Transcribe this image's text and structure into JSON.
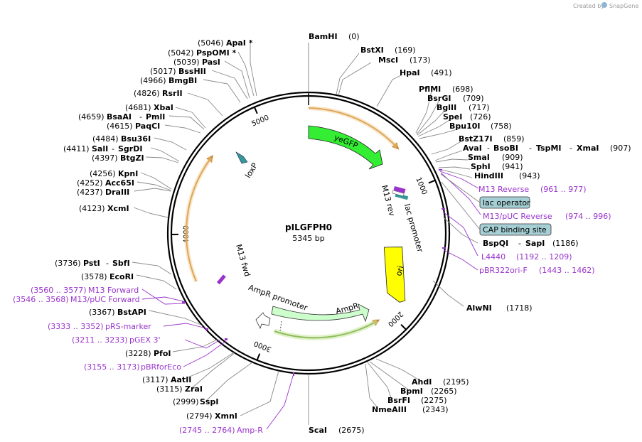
{
  "credit": {
    "prefix": "Created by",
    "brand": "SnapGene"
  },
  "plasmid": {
    "name": "pILGFPH0",
    "size": "5345 bp",
    "length": 5345
  },
  "ticks": [
    {
      "pos": 1000,
      "label": "1000"
    },
    {
      "pos": 2000,
      "label": "2000"
    },
    {
      "pos": 3000,
      "label": "3000"
    },
    {
      "pos": 4000,
      "label": "4000"
    },
    {
      "pos": 5000,
      "label": "5000"
    }
  ],
  "features": [
    {
      "id": "yegfp",
      "label": "yeGFP",
      "start": 1,
      "end": 730,
      "color": "#33ee33"
    },
    {
      "id": "ori",
      "label": "ori",
      "start": 1420,
      "end": 2010,
      "color": "#ffff00"
    },
    {
      "id": "ampr",
      "label": "AmpR",
      "start": 2180,
      "end": 3040,
      "color": "#ccffcc"
    },
    {
      "id": "ampr-promoter",
      "label": "AmpR promoter",
      "start": 3045,
      "end": 3150,
      "color": "#ffffff"
    },
    {
      "id": "lac-promoter",
      "label": "lac promoter",
      "start": 1000,
      "end": 1031,
      "color": "#aaaaaa"
    },
    {
      "id": "m13-rev",
      "label": "M13 rev",
      "start": 961,
      "end": 977,
      "color": "#9933cc"
    },
    {
      "id": "m13-fwd",
      "label": "M13 fwd",
      "start": 3546,
      "end": 3568,
      "color": "#9933cc"
    },
    {
      "id": "loxp",
      "label": "loxP",
      "start": 4700,
      "end": 4734,
      "color": "#339999"
    }
  ],
  "enzymes": [
    {
      "name": "BamHI",
      "pos": "(0)"
    },
    {
      "name": "BstXI",
      "pos": "(169)"
    },
    {
      "name": "MscI",
      "pos": "(173)"
    },
    {
      "name": "HpaI",
      "pos": "(491)"
    },
    {
      "name": "PflMI",
      "pos": "(698)"
    },
    {
      "name": "BsrGI",
      "pos": "(709)"
    },
    {
      "name": "BglII",
      "pos": "(717)"
    },
    {
      "name": "SpeI",
      "pos": "(726)"
    },
    {
      "name": "Bpu10I",
      "pos": "(758)"
    },
    {
      "name": "BstZ17I",
      "pos": "(859)"
    },
    {
      "name": "AvaI",
      "name2": "BsoBI",
      "name3": "TspMI",
      "name4": "XmaI",
      "pos": "(907)"
    },
    {
      "name": "SmaI",
      "pos": "(909)"
    },
    {
      "name": "SphI",
      "pos": "(941)"
    },
    {
      "name": "HindIII",
      "pos": "(943)"
    },
    {
      "name": "BspQI",
      "name2": "SapI",
      "pos": "(1186)"
    },
    {
      "name": "AlwNI",
      "pos": "(1718)"
    },
    {
      "name": "AhdI",
      "pos": "(2195)"
    },
    {
      "name": "BpmI",
      "pos": "(2265)"
    },
    {
      "name": "BsrFI",
      "pos": "(2275)"
    },
    {
      "name": "NmeAIII",
      "pos": "(2343)"
    },
    {
      "name": "ScaI",
      "pos": "(2675)"
    },
    {
      "name": "XmnI",
      "pos": "(2794)"
    },
    {
      "name": "SspI",
      "pos": "(2999)"
    },
    {
      "name": "ZraI",
      "pos": "(3115)"
    },
    {
      "name": "AatII",
      "pos": "(3117)"
    },
    {
      "name": "PfoI",
      "pos": "(3228)"
    },
    {
      "name": "BstAPI",
      "pos": "(3367)"
    },
    {
      "name": "EcoRI",
      "pos": "(3578)"
    },
    {
      "name": "PstI",
      "name2": "SbfI",
      "pos": "(3736)"
    },
    {
      "name": "XcmI",
      "pos": "(4123)"
    },
    {
      "name": "DraIII",
      "pos": "(4237)"
    },
    {
      "name": "Acc65I",
      "pos": "(4252)"
    },
    {
      "name": "KpnI",
      "pos": "(4256)"
    },
    {
      "name": "BtgZI",
      "pos": "(4397)"
    },
    {
      "name": "SalI",
      "name2": "SgrDI",
      "pos": "(4411)"
    },
    {
      "name": "Bsu36I",
      "pos": "(4484)"
    },
    {
      "name": "PaqCI",
      "pos": "(4615)"
    },
    {
      "name": "BsaAI",
      "name2": "PmlI",
      "pos": "(4659)"
    },
    {
      "name": "XbaI",
      "pos": "(4681)"
    },
    {
      "name": "RsrII",
      "pos": "(4826)"
    },
    {
      "name": "BmgBI",
      "pos": "(4966)"
    },
    {
      "name": "BssHII",
      "pos": "(5017)"
    },
    {
      "name": "PasI",
      "pos": "(5039)"
    },
    {
      "name": "PspOMI *",
      "pos": "(5042)"
    },
    {
      "name": "ApaI *",
      "pos": "(5046)"
    }
  ],
  "primers": [
    {
      "name": "M13 Reverse",
      "range": "(961 .. 977)"
    },
    {
      "name": "M13/pUC Reverse",
      "range": "(974 .. 996)"
    },
    {
      "name": "L4440",
      "range": "(1192 .. 1209)"
    },
    {
      "name": "pBR322ori-F",
      "range": "(1443 .. 1462)"
    },
    {
      "name": "Amp-R",
      "range": "(2745 .. 2764)"
    },
    {
      "name": "pBRforEco",
      "range": "(3155 .. 3173)"
    },
    {
      "name": "pGEX 3'",
      "range": "(3211 .. 3233)"
    },
    {
      "name": "pRS-marker",
      "range": "(3333 .. 3352)"
    },
    {
      "name": "M13/pUC Forward",
      "range": "(3546 .. 3568)"
    },
    {
      "name": "M13 Forward",
      "range": "(3560 .. 3577)"
    }
  ],
  "boxed": [
    {
      "label": "lac operator",
      "color": "#a6cfd5"
    },
    {
      "label": "CAP binding site",
      "color": "#a6cfd5"
    }
  ]
}
